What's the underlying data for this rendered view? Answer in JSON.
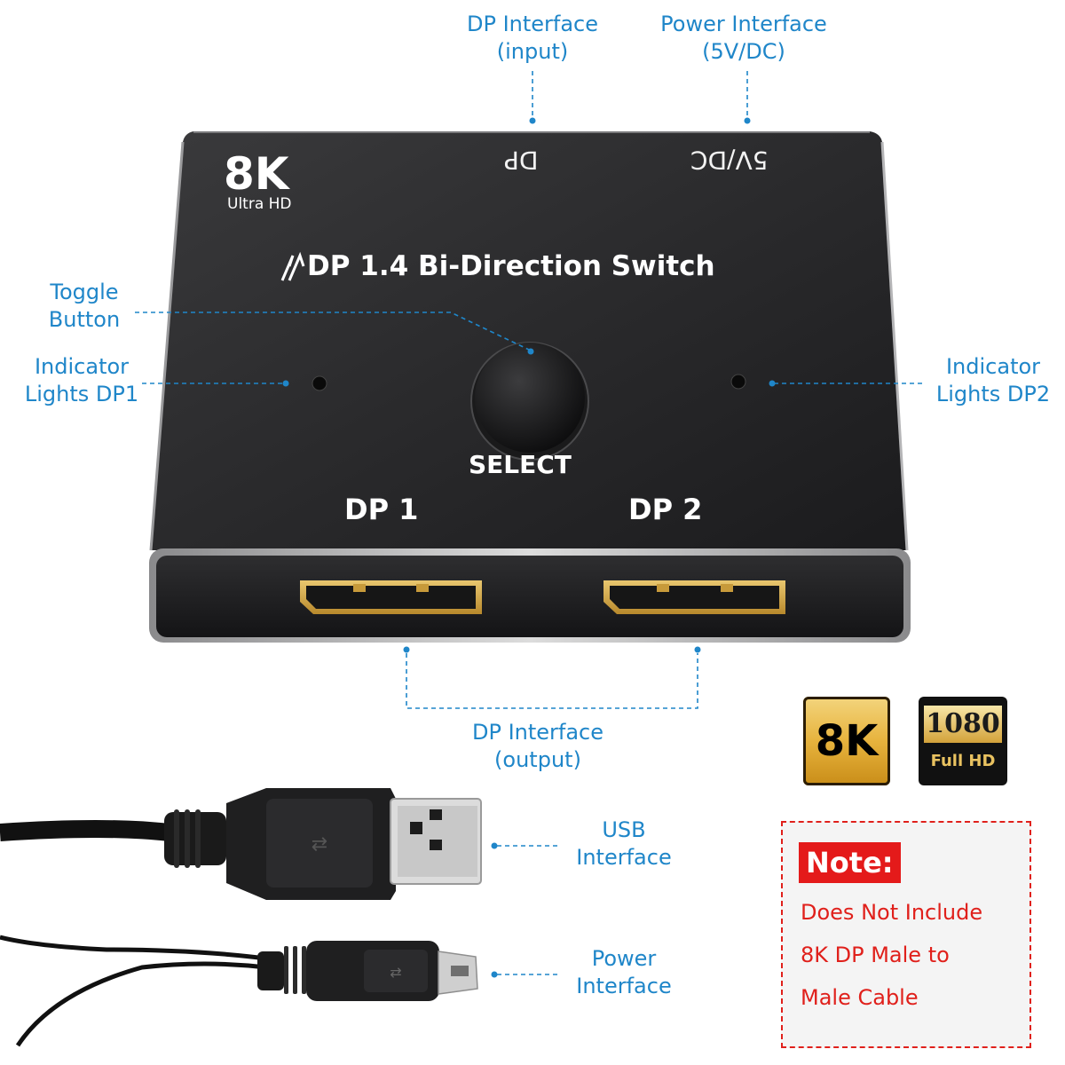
{
  "device": {
    "logo_main": "8K",
    "logo_sub": "Ultra HD",
    "port_dp_label": "DP",
    "port_power_label": "5V/DC",
    "title": "DP 1.4 Bi-Direction Switch",
    "select_label": "SELECT",
    "dp1_label": "DP 1",
    "dp2_label": "DP 2"
  },
  "callouts": {
    "dp_input_line1": "DP Interface",
    "dp_input_line2": "(input)",
    "power_input_line1": "Power Interface",
    "power_input_line2": "(5V/DC)",
    "toggle_line1": "Toggle",
    "toggle_line2": "Button",
    "ind1_line1": "Indicator",
    "ind1_line2": "Lights DP1",
    "ind2_line1": "Indicator",
    "ind2_line2": "Lights DP2",
    "dp_output_line1": "DP Interface",
    "dp_output_line2": "(output)",
    "usb_line1": "USB",
    "usb_line2": "Interface",
    "power_line1": "Power",
    "power_line2": "Interface"
  },
  "badges": {
    "badge_8k": "8K",
    "badge_1080_top": "1080",
    "badge_1080_bottom": "Full  HD"
  },
  "note": {
    "title": "Note:",
    "line1": "Does Not Include",
    "line2": "8K DP Male to",
    "line3": "Male Cable"
  },
  "colors": {
    "callout_blue": "#1f86c9",
    "note_red": "#e0201b",
    "device_black": "#222222"
  }
}
